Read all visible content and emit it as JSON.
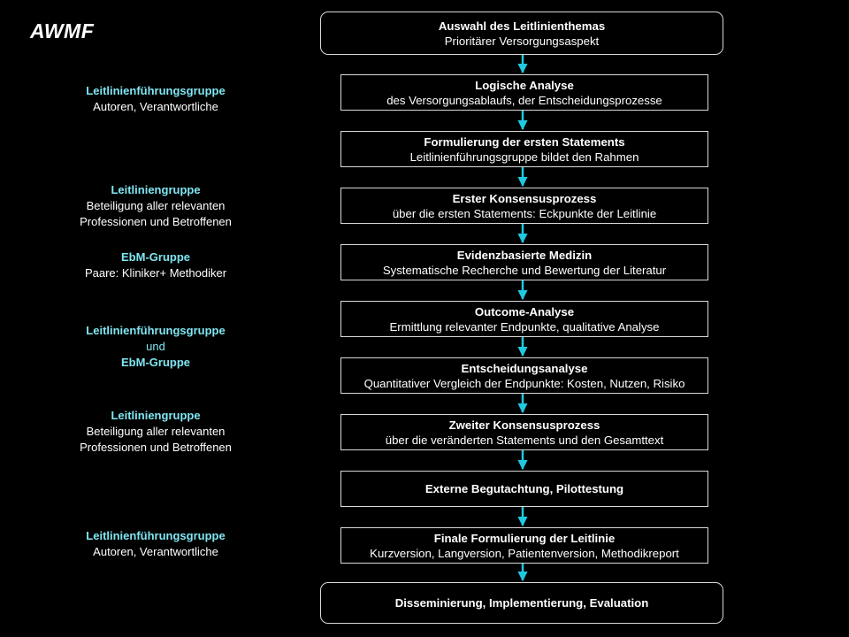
{
  "logo": "AWMF",
  "colors": {
    "background": "#000000",
    "text": "#ffffff",
    "accent": "#7fe6f2",
    "arrow": "#20c8e0",
    "box_border": "#d8d8d8"
  },
  "steps": [
    {
      "title": "Auswahl des Leitlinienthemas",
      "subtitle": "Prioritärer Versorgungsaspekt"
    },
    {
      "title": "Logische Analyse",
      "subtitle": "des Versorgungsablaufs, der Entscheidungsprozesse"
    },
    {
      "title": "Formulierung der ersten Statements",
      "subtitle": "Leitlinienführungsgruppe bildet den Rahmen"
    },
    {
      "title": "Erster Konsensusprozess",
      "subtitle": "über die ersten Statements: Eckpunkte der Leitlinie"
    },
    {
      "title": "Evidenzbasierte Medizin",
      "subtitle": "Systematische Recherche und Bewertung der Literatur"
    },
    {
      "title": "Outcome-Analyse",
      "subtitle": "Ermittlung relevanter Endpunkte, qualitative Analyse"
    },
    {
      "title": "Entscheidungsanalyse",
      "subtitle": "Quantitativer Vergleich der Endpunkte: Kosten, Nutzen, Risiko"
    },
    {
      "title": "Zweiter Konsensusprozess",
      "subtitle": "über die veränderten Statements und den Gesamttext"
    },
    {
      "title": "Externe Begutachtung, Pilottestung",
      "subtitle": ""
    },
    {
      "title": "Finale Formulierung der Leitlinie",
      "subtitle": "Kurzversion, Langversion, Patientenversion, Methodikreport"
    },
    {
      "title": "Disseminierung, Implementierung, Evaluation",
      "subtitle": ""
    }
  ],
  "roles": [
    {
      "title": "Leitlinienführungsgruppe",
      "lines": [
        "Autoren, Verantwortliche"
      ]
    },
    {
      "title": "Leitliniengruppe",
      "lines": [
        "Beteiligung aller relevanten",
        "Professionen und Betroffenen"
      ]
    },
    {
      "title": "EbM-Gruppe",
      "lines": [
        "Paare: Kliniker+ Methodiker"
      ]
    },
    {
      "title": "Leitlinienführungsgruppe",
      "connector": "und",
      "title2": "EbM-Gruppe"
    },
    {
      "title": "Leitliniengruppe",
      "lines": [
        "Beteiligung aller relevanten",
        "Professionen und Betroffenen"
      ]
    },
    {
      "title": "Leitlinienführungsgruppe",
      "lines": [
        "Autoren, Verantwortliche"
      ]
    }
  ]
}
